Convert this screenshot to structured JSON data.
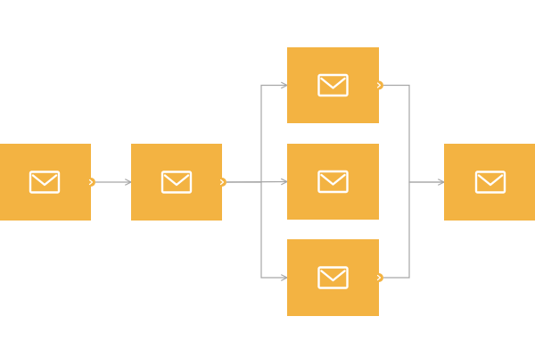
{
  "diagram": {
    "colors": {
      "node_fill": "#F3B342",
      "icon_stroke": "#FFFFFF",
      "connector": "#A6A6A6",
      "port": "#F3B342",
      "background": "#FFFFFF"
    },
    "nodes": [
      {
        "id": "email-1",
        "icon": "envelope-icon"
      },
      {
        "id": "email-2",
        "icon": "envelope-icon"
      },
      {
        "id": "email-branch-top",
        "icon": "envelope-icon"
      },
      {
        "id": "email-branch-middle",
        "icon": "envelope-icon"
      },
      {
        "id": "email-branch-bottom",
        "icon": "envelope-icon"
      },
      {
        "id": "email-final",
        "icon": "envelope-icon"
      }
    ],
    "edges": [
      {
        "from": "email-1",
        "to": "email-2"
      },
      {
        "from": "email-2",
        "to": "email-branch-top"
      },
      {
        "from": "email-2",
        "to": "email-branch-middle"
      },
      {
        "from": "email-2",
        "to": "email-branch-bottom"
      },
      {
        "from": "email-branch-top",
        "to": "email-final"
      },
      {
        "from": "email-branch-bottom",
        "to": "email-final"
      }
    ]
  }
}
